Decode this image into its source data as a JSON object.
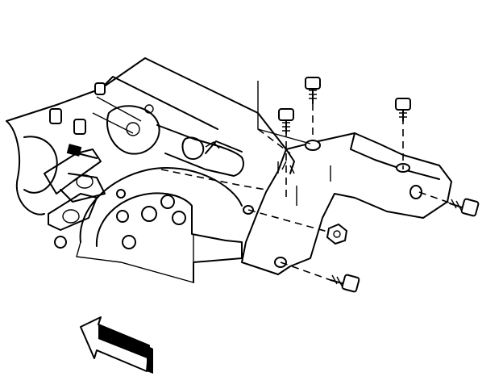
{
  "figure": {
    "background": "#ffffff",
    "ink": "#000000",
    "parts": [
      {
        "name": "engine-block",
        "icon": "engine-block-icon"
      },
      {
        "name": "flywheel",
        "icon": "flywheel-icon"
      },
      {
        "name": "mounting-bracket",
        "icon": "bracket-icon"
      },
      {
        "name": "bolt-top-left",
        "icon": "bolt-icon"
      },
      {
        "name": "bolt-top-middle",
        "icon": "bolt-icon"
      },
      {
        "name": "bolt-top-right",
        "icon": "bolt-icon"
      },
      {
        "name": "bolt-right",
        "icon": "bolt-icon"
      },
      {
        "name": "bolt-bottom",
        "icon": "bolt-icon"
      },
      {
        "name": "nut",
        "icon": "nut-icon"
      },
      {
        "name": "direction-arrow",
        "icon": "arrow-icon"
      }
    ]
  }
}
